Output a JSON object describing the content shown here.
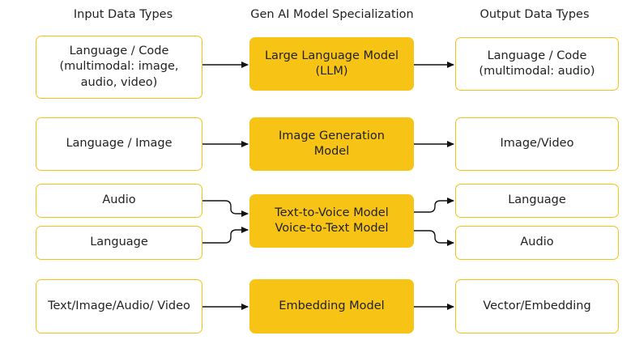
{
  "headers": {
    "input": "Input Data Types",
    "model": "Gen AI Model Specialization",
    "output": "Output Data Types"
  },
  "rows": {
    "llm": {
      "input": "Language / Code\n(multimodal: image,\naudio, video)",
      "model": "Large Language Model\n(LLM)",
      "output": "Language / Code\n(multimodal: audio)"
    },
    "image": {
      "input": "Language / Image",
      "model": "Image Generation\nModel",
      "output": "Image/Video"
    },
    "voice": {
      "input_audio": "Audio",
      "input_language": "Language",
      "model": "Text-to-Voice Model\nVoice-to-Text Model",
      "output_language": "Language",
      "output_audio": "Audio"
    },
    "embedding": {
      "input": "Text/Image/Audio/ Video",
      "model": "Embedding Model",
      "output": "Vector/Embedding"
    }
  },
  "colors": {
    "accent": "#f7c415",
    "border": "#f5c21b",
    "text": "#222222",
    "arrow": "#111111"
  }
}
